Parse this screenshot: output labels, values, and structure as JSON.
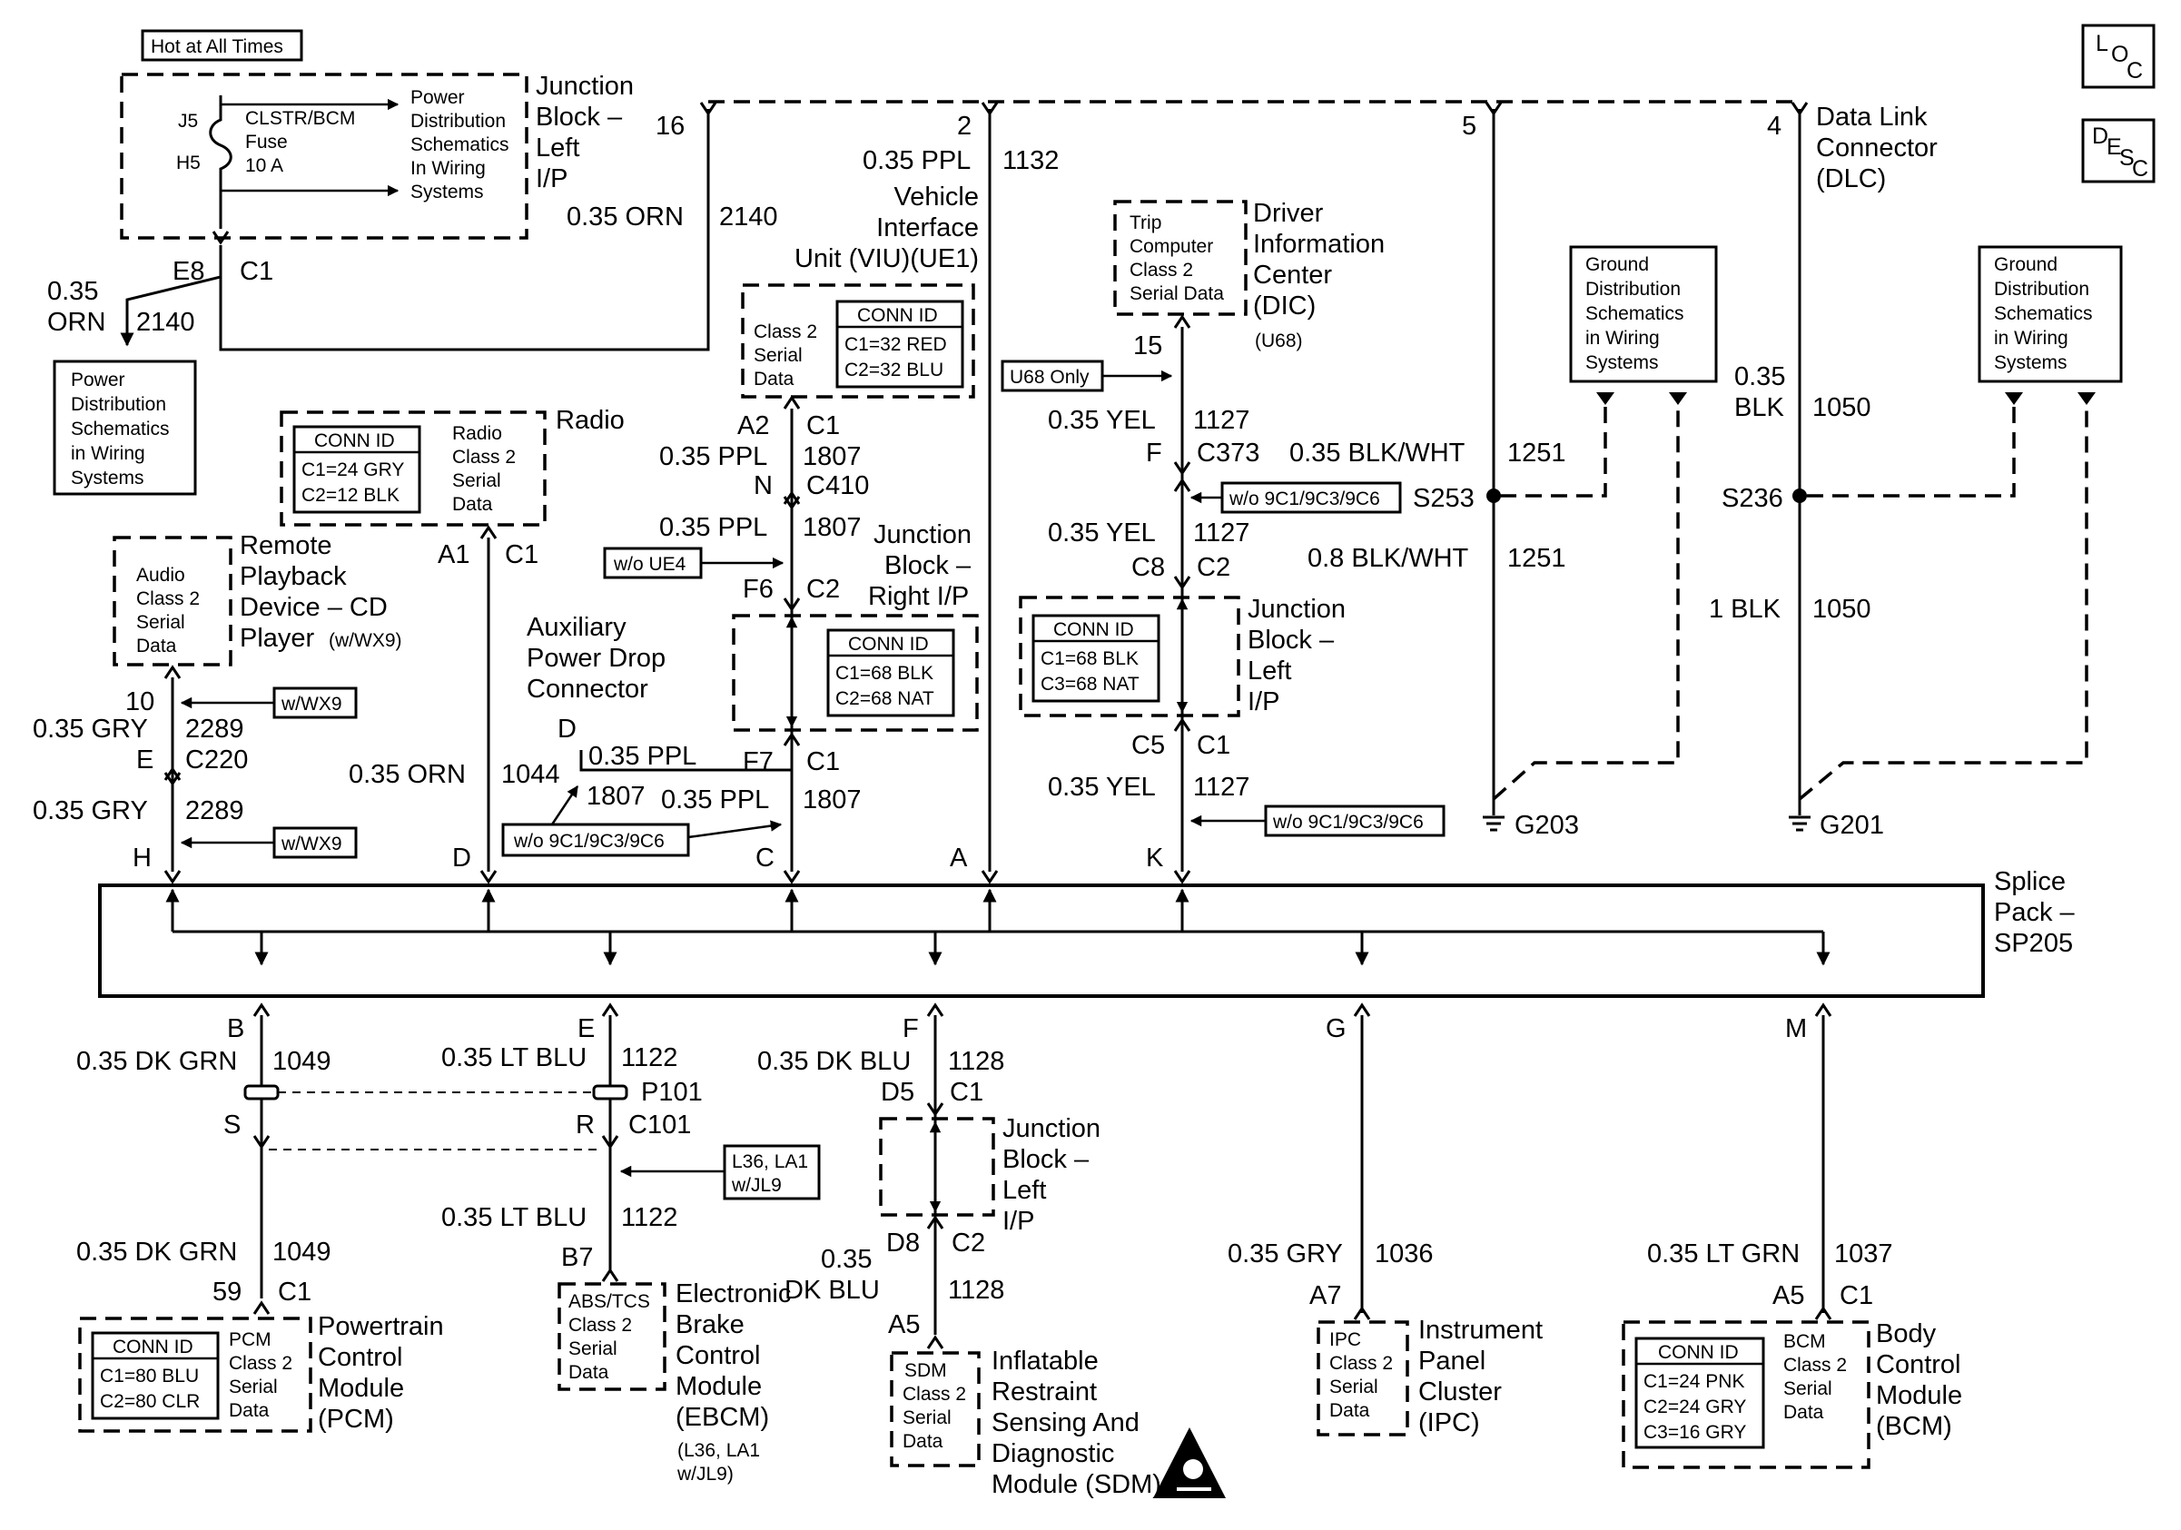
{
  "labels": {
    "hot_at_all_times": "Hot at All Times",
    "fuse_j5": "J5",
    "fuse_h5": "H5",
    "fuse_name": [
      "CLSTR/BCM",
      "Fuse",
      "10 A"
    ],
    "power_dist_top": [
      "Power",
      "Distribution",
      "Schematics",
      "In Wiring",
      "Systems"
    ],
    "jb_left_ip_top": [
      "Junction",
      "Block –",
      "Left",
      "I/P"
    ],
    "pin_16": "16",
    "pin_2": "2",
    "pin_5": "5",
    "pin_4": "4",
    "dlc": [
      "Data Link",
      "Connector",
      "(DLC)"
    ],
    "loc": [
      "L",
      "O",
      "C"
    ],
    "desc": [
      "D",
      "E",
      "S",
      "C"
    ],
    "w_035_ppl": "0.35 PPL",
    "c1132": "1132",
    "viu": [
      "Vehicle",
      "Interface",
      "Unit (VIU)(UE1)"
    ],
    "w_035_orn_2140": "0.35 ORN",
    "c2140": "2140",
    "e8": "E8",
    "c1": "C1",
    "w_035": "0.35",
    "orn": "ORN",
    "power_dist_left": [
      "Power",
      "Distribution",
      "Schematics",
      "in Wiring",
      "Systems"
    ],
    "viu_box": [
      "Class 2",
      "Serial",
      "Data"
    ],
    "conn_id": "CONN ID",
    "viu_conn": [
      "C1=32 RED",
      "C2=32 BLU"
    ],
    "a2": "A2",
    "c1807": "1807",
    "n": "N",
    "c410": "C410",
    "wo_ue4": "w/o UE4",
    "f6": "F6",
    "c2": "C2",
    "jb_right": [
      "Junction",
      "Block –",
      "Right I/P"
    ],
    "jb_right_conn": [
      "C1=68 BLK",
      "C2=68 NAT"
    ],
    "radio": "Radio",
    "radio_box": [
      "Radio",
      "Class 2",
      "Serial",
      "Data"
    ],
    "radio_conn": [
      "C1=24 GRY",
      "C2=12 BLK"
    ],
    "a1": "A1",
    "remote": [
      "Remote",
      "Playback",
      "Device – CD",
      "Player"
    ],
    "w_wx9_paren": "(w/WX9)",
    "audio_box": [
      "Audio",
      "Class 2",
      "Serial",
      "Data"
    ],
    "pin_10": "10",
    "w_wx9": "w/WX9",
    "w_035_gry": "0.35 GRY",
    "c2289": "2289",
    "e": "E",
    "c220": "C220",
    "h": "H",
    "aux": [
      "Auxiliary",
      "Power Drop",
      "Connector"
    ],
    "d": "D",
    "w_035_orn": "0.35 ORN",
    "c1044": "1044",
    "f7": "F7",
    "wo_9c": "w/o 9C1/9C3/9C6",
    "c": "C",
    "a": "A",
    "dic": [
      "Driver",
      "Information",
      "Center",
      "(DIC)"
    ],
    "u68": "(U68)",
    "trip_box": [
      "Trip",
      "Computer",
      "Class 2",
      "Serial Data"
    ],
    "pin_15": "15",
    "u68_only": "U68 Only",
    "w_035_yel": "0.35 YEL",
    "c1127": "1127",
    "f": "F",
    "c373": "C373",
    "w_035_blkwht": "0.35 BLK/WHT",
    "c1251": "1251",
    "s253": "S253",
    "c8": "C8",
    "w_08_blkwht": "0.8 BLK/WHT",
    "jb_left_mid": [
      "Junction",
      "Block –",
      "Left",
      "I/P"
    ],
    "jb_left_mid_conn": [
      "C1=68 BLK",
      "C3=68 NAT"
    ],
    "c5": "C5",
    "k": "K",
    "ground_box": [
      "Ground",
      "Distribution",
      "Schematics",
      "in Wiring",
      "Systems"
    ],
    "g203": "G203",
    "g201": "G201",
    "blk": "BLK",
    "c1050": "1050",
    "s236": "S236",
    "w_1_blk": "1 BLK",
    "splice": [
      "Splice",
      "Pack –",
      "SP205"
    ],
    "b": "B",
    "g": "G",
    "m": "M",
    "w_035_dkgrn": "0.35 DK GRN",
    "c1049": "1049",
    "w_035_ltblu": "0.35 LT BLU",
    "c1122": "1122",
    "p101": "P101",
    "s": "S",
    "r": "R",
    "c101": "C101",
    "l36": [
      "L36, LA1",
      "w/JL9"
    ],
    "w_035_dkblu": "0.35 DK BLU",
    "c1128": "1128",
    "d5": "D5",
    "jb_left_bot": [
      "Junction",
      "Block –",
      "Left",
      "I/P"
    ],
    "d8": "D8",
    "dk_blu": "DK BLU",
    "a5": "A5",
    "w_035_ltgrn": "0.35 LT GRN",
    "c1037": "1037",
    "c1036": "1036",
    "a7": "A7",
    "pin_59": "59",
    "b7": "B7",
    "pcm": [
      "Powertrain",
      "Control",
      "Module",
      "(PCM)"
    ],
    "pcm_box": [
      "PCM",
      "Class 2",
      "Serial",
      "Data"
    ],
    "pcm_conn": [
      "C1=80 BLU",
      "C2=80 CLR"
    ],
    "ebcm": [
      "Electronic",
      "Brake",
      "Control",
      "Module",
      "(EBCM)"
    ],
    "ebcm_note": [
      "(L36, LA1",
      "w/JL9)"
    ],
    "abs_box": [
      "ABS/TCS",
      "Class 2",
      "Serial",
      "Data"
    ],
    "sdm": [
      "Inflatable",
      "Restraint",
      "Sensing And",
      "Diagnostic",
      "Module (SDM)"
    ],
    "sdm_box": [
      "SDM",
      "Class 2",
      "Serial",
      "Data"
    ],
    "ipc": [
      "Instrument",
      "Panel",
      "Cluster",
      "(IPC)"
    ],
    "ipc_box": [
      "IPC",
      "Class 2",
      "Serial",
      "Data"
    ],
    "bcm": [
      "Body",
      "Control",
      "Module",
      "(BCM)"
    ],
    "bcm_box": [
      "BCM",
      "Class 2",
      "Serial",
      "Data"
    ],
    "bcm_conn": [
      "C1=24 PNK",
      "C2=24 GRY",
      "C3=16 GRY"
    ]
  }
}
